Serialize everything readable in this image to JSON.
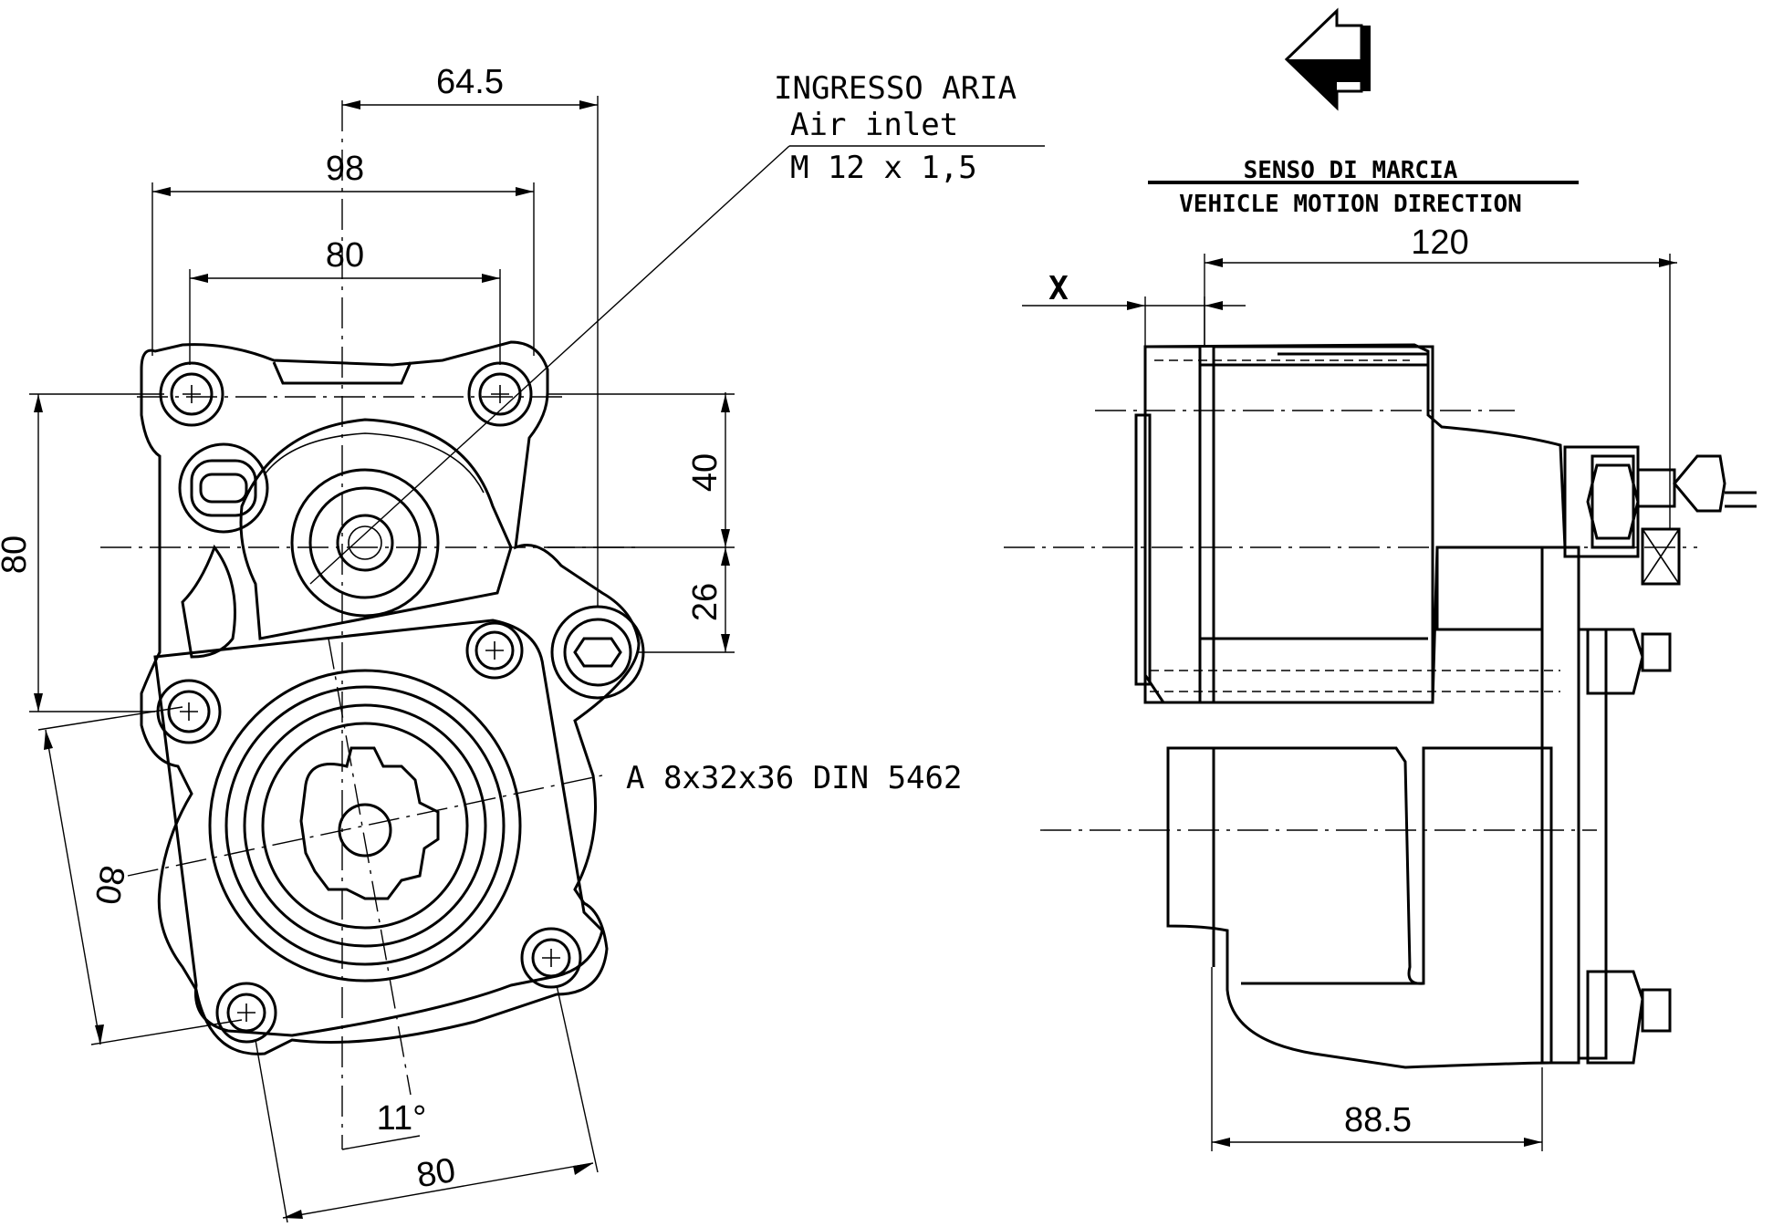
{
  "dimensions": {
    "d_64_5": "64.5",
    "d_98": "98",
    "d_80_top": "80",
    "d_80_left": "80",
    "d_40": "40",
    "d_26": "26",
    "d_80_diag": "80",
    "d_11deg": "11°",
    "d_80_bottom": "80",
    "d_120": "120",
    "d_88_5": "88.5",
    "d_x": "X"
  },
  "labels": {
    "air_inlet_it": "INGRESSO ARIA",
    "air_inlet_en": "Air inlet",
    "air_inlet_thread": "M 12 x 1,5",
    "spline": "A 8x32x36 DIN 5462",
    "direction_it": "SENSO DI MARCIA",
    "direction_en": "VEHICLE MOTION DIRECTION"
  },
  "icons": {
    "direction_arrow": "direction-arrow-icon"
  }
}
